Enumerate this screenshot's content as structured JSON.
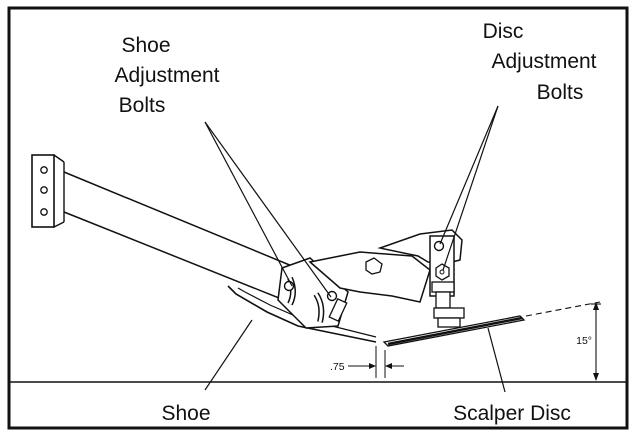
{
  "labels": {
    "shoe_bolts": [
      "Shoe",
      "Adjustment",
      "Bolts"
    ],
    "disc_bolts": [
      "Disc",
      "Adjustment",
      "Bolts"
    ],
    "shoe": "Shoe",
    "scalper_disc": "Scalper Disc"
  },
  "dimensions": {
    "gap": ".75",
    "angle": "15°"
  },
  "colors": {
    "line": "#111111",
    "background": "#ffffff"
  }
}
